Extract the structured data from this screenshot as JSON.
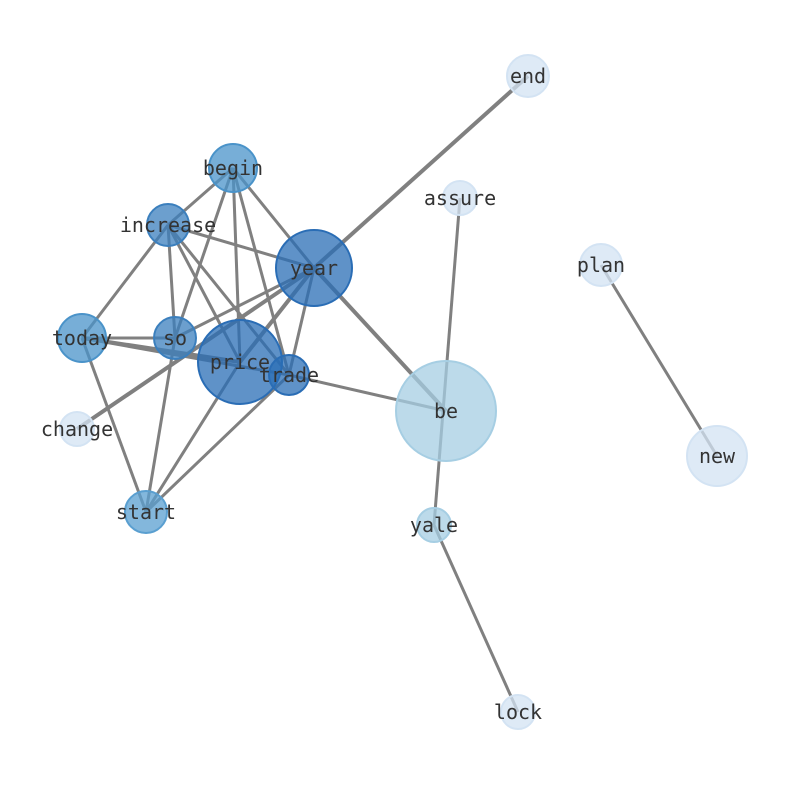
{
  "nodes": [
    {
      "id": "begin",
      "label": "begin",
      "color": "#4a93c9",
      "strength": 0.7
    },
    {
      "id": "increase",
      "label": "increase",
      "color": "#3b7fbd",
      "strength": 0.75
    },
    {
      "id": "year",
      "label": "year",
      "color": "#2a6db5",
      "strength": 0.95
    },
    {
      "id": "today",
      "label": "today",
      "color": "#4a93c9",
      "strength": 0.7
    },
    {
      "id": "so",
      "label": "so",
      "color": "#3b7fbd",
      "strength": 0.75
    },
    {
      "id": "price",
      "label": "price",
      "color": "#2a6db5",
      "strength": 1.0
    },
    {
      "id": "trade",
      "label": "trade",
      "color": "#2a6db5",
      "strength": 0.85
    },
    {
      "id": "change",
      "label": "change",
      "color": "#d3e3f3",
      "strength": 0.2
    },
    {
      "id": "start",
      "label": "start",
      "color": "#5a9fd0",
      "strength": 0.65
    },
    {
      "id": "be",
      "label": "be",
      "color": "#a6cee3",
      "strength": 0.5
    },
    {
      "id": "end",
      "label": "end",
      "color": "#d3e3f3",
      "strength": 0.2
    },
    {
      "id": "assure",
      "label": "assure",
      "color": "#d3e3f3",
      "strength": 0.2
    },
    {
      "id": "plan",
      "label": "plan",
      "color": "#d3e3f3",
      "strength": 0.2
    },
    {
      "id": "new",
      "label": "new",
      "color": "#d3e3f3",
      "strength": 0.2
    },
    {
      "id": "yale",
      "label": "yale",
      "color": "#a6cee3",
      "strength": 0.4
    },
    {
      "id": "lock",
      "label": "lock",
      "color": "#d3e3f3",
      "strength": 0.2
    }
  ],
  "edges": [
    [
      "begin",
      "increase"
    ],
    [
      "begin",
      "so"
    ],
    [
      "begin",
      "price"
    ],
    [
      "begin",
      "trade"
    ],
    [
      "begin",
      "year"
    ],
    [
      "increase",
      "year"
    ],
    [
      "increase",
      "today"
    ],
    [
      "increase",
      "so"
    ],
    [
      "increase",
      "price"
    ],
    [
      "increase",
      "trade"
    ],
    [
      "year",
      "so"
    ],
    [
      "year",
      "price"
    ],
    [
      "year",
      "trade"
    ],
    [
      "year",
      "change"
    ],
    [
      "year",
      "end"
    ],
    [
      "year",
      "be"
    ],
    [
      "today",
      "so"
    ],
    [
      "today",
      "price"
    ],
    [
      "today",
      "trade"
    ],
    [
      "today",
      "start"
    ],
    [
      "so",
      "start"
    ],
    [
      "price",
      "start"
    ],
    [
      "trade",
      "start"
    ],
    [
      "trade",
      "be"
    ],
    [
      "assure",
      "yale"
    ],
    [
      "yale",
      "lock"
    ],
    [
      "plan",
      "new"
    ]
  ],
  "edge_color": "#808080"
}
